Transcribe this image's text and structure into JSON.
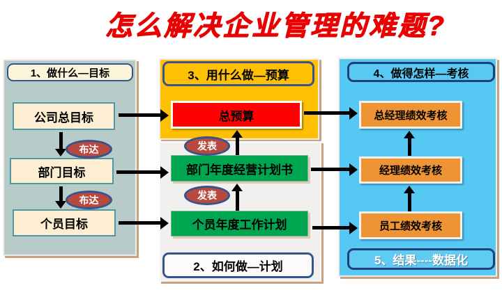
{
  "title": "怎么解决企业管理的难题?",
  "left_panel": {
    "header": "1、做什么—目标",
    "company_goal": "公司总目标",
    "department_goal": "部门目标",
    "individual_goal": "个员目标",
    "transfer_label": "布达"
  },
  "middle_panel": {
    "budget_header": "3、用什么做—预算",
    "total_budget": "总预算",
    "department_plan": "部门年度经营计划书",
    "individual_plan": "个员年度工作计划",
    "plan_header": "2、如何做—计划",
    "publish_label": "发表"
  },
  "right_panel": {
    "header": "4、做得怎样—考核",
    "gm_review": "总经理绩效考核",
    "manager_review": "经理绩效考核",
    "employee_review": "员工绩效考核",
    "footer": "5、结果----数据化"
  },
  "colors": {
    "title_red": "#e90000",
    "panel_teal": "#b7ccc9",
    "panel_yellow": "#ffc003",
    "panel_gray": "#f1f0ee",
    "panel_cyan": "#55c8f3",
    "box_cream": "#fdeed2",
    "box_red": "#fe0100",
    "box_green": "#00a64f",
    "box_orange": "#ef9434",
    "oval_red": "#b8493f",
    "border_navy": "#36548c"
  }
}
